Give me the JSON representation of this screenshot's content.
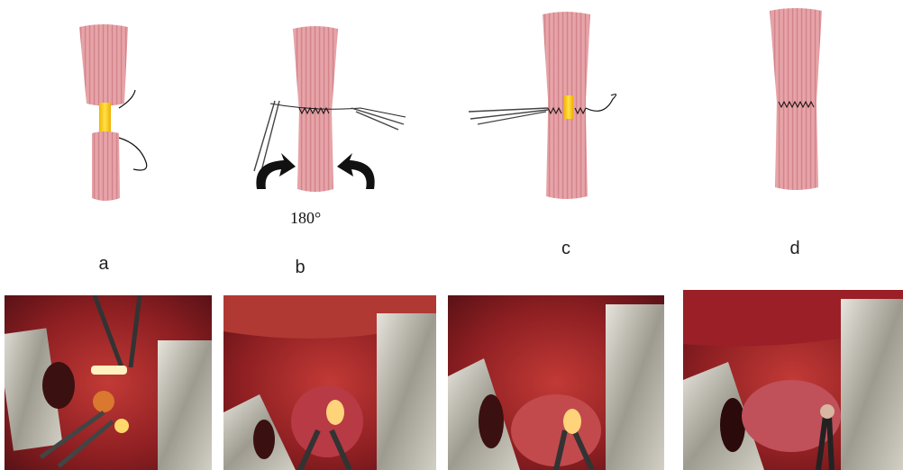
{
  "panels": [
    {
      "label": "a"
    },
    {
      "label": "b",
      "rotation_text": "180°"
    },
    {
      "label": "c"
    },
    {
      "label": "d"
    }
  ],
  "colors": {
    "vessel": "#e7a3a6",
    "vessel_stripe": "#c97a82",
    "graft": "#ffd21a",
    "tissue": "#9e2a2a",
    "clamp": "#b8b6ad"
  },
  "photos": [
    {
      "name": "photo-1"
    },
    {
      "name": "photo-2"
    },
    {
      "name": "photo-3"
    },
    {
      "name": "photo-4"
    }
  ]
}
